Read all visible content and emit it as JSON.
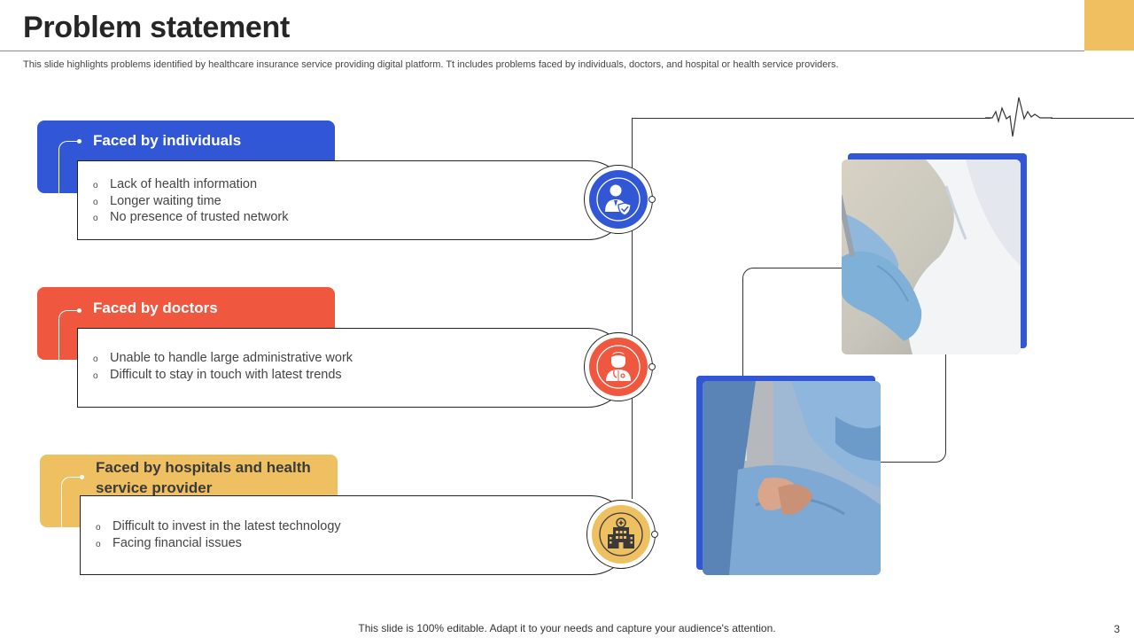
{
  "slide": {
    "title": "Problem statement",
    "subtitle": "This slide highlights problems identified by healthcare insurance service providing digital platform. Tt includes problems faced by individuals, doctors, and hospital or health service providers.",
    "footer": "This slide is 100% editable. Adapt it to your needs and capture your audience's attention.",
    "page_number": "3"
  },
  "colors": {
    "blue": "#3257d6",
    "red": "#f0573f",
    "yellow": "#eec062",
    "corner_accent": "#f0c060"
  },
  "cards": [
    {
      "heading": "Faced by individuals",
      "icon": "doctor-shield-icon",
      "bullet_glyph": "o",
      "items": [
        "Lack of health information",
        "Longer waiting time",
        "No presence of trusted network"
      ]
    },
    {
      "heading": "Faced by doctors",
      "icon": "doctor-stethoscope-icon",
      "bullet_glyph": "o",
      "items": [
        "Unable to handle large administrative work",
        "Difficult to stay in touch with latest trends"
      ]
    },
    {
      "heading_line1": "Faced by hospitals and health",
      "heading_line2": "service provider",
      "icon": "hospital-building-icon",
      "bullet_glyph": "o",
      "items": [
        "Difficult to invest in the latest technology",
        "Facing financial issues"
      ]
    }
  ],
  "photos": [
    {
      "name": "doctor-gloves-photo"
    },
    {
      "name": "patient-hands-photo"
    }
  ]
}
